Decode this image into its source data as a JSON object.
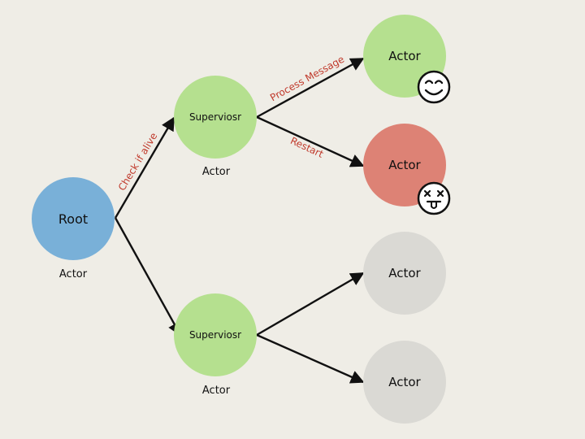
{
  "diagram": {
    "nodes": {
      "root": {
        "label": "Root",
        "caption": "Actor",
        "color": "#79b0d8"
      },
      "supervisor_top": {
        "label": "Superviosr",
        "caption": "Actor",
        "color": "#b5e08f"
      },
      "supervisor_bottom": {
        "label": "Superviosr",
        "caption": "Actor",
        "color": "#b5e08f"
      },
      "actor_happy": {
        "label": "Actor",
        "color": "#b5e08f",
        "status_icon": "happy-face-icon"
      },
      "actor_dead": {
        "label": "Actor",
        "color": "#dd8275",
        "status_icon": "dead-face-icon"
      },
      "actor_grey_1": {
        "label": "Actor",
        "color": "#dad9d4"
      },
      "actor_grey_2": {
        "label": "Actor",
        "color": "#dad9d4"
      }
    },
    "edges": {
      "check_alive": {
        "label": "Check if alive",
        "label_color": "#c0392b"
      },
      "process_message": {
        "label": "Process Message",
        "label_color": "#c0392b"
      },
      "restart": {
        "label": "Restart",
        "label_color": "#c0392b"
      }
    }
  }
}
